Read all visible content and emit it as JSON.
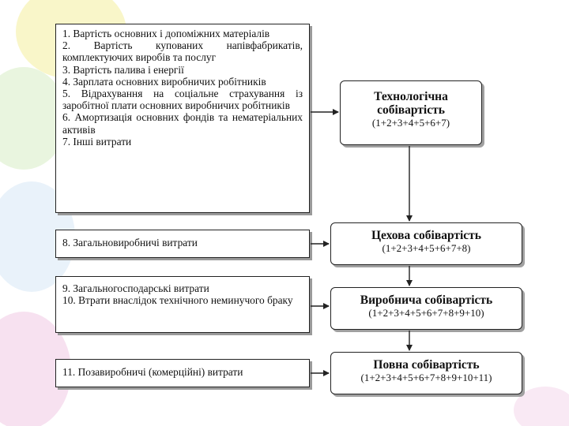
{
  "cost_items": {
    "group1": [
      "1. Вартість основних і допоміжних матеріалів",
      "2. Вартість купованих напівфабрикатів, комплектуючих виробів та послуг",
      "3. Вартість палива і енергії",
      "4. Зарплата основних виробничих робітників",
      "5. Відрахування на соціальне страхування із заробітної плати основних виробничих робітників",
      "6. Амортизація основних фондів та нематеріальних активів",
      "7. Інші витрати"
    ],
    "group2": [
      "8. Загальновиробничі витрати"
    ],
    "group3": [
      "9. Загальногосподарські витрати",
      "10. Втрати внаслідок технічного неминучого браку"
    ],
    "group4": [
      "11. Позавиробничі (комерційні) витрати"
    ]
  },
  "cost_types": [
    {
      "title": "Технологічна собівартість",
      "formula": "(1+2+3+4+5+6+7)"
    },
    {
      "title": "Цехова собівартість",
      "formula": "(1+2+3+4+5+6+7+8)"
    },
    {
      "title": "Виробнича собівартість",
      "formula": "(1+2+3+4+5+6+7+8+9+10)"
    },
    {
      "title": "Повна собівартість",
      "formula": "(1+2+3+4+5+6+7+8+9+10+11)"
    }
  ],
  "colors": {
    "line": "#222222",
    "shadow": "#9a9a9a",
    "balloon_yellow": "#f4ef9c",
    "balloon_green": "#cfe8b8",
    "balloon_blue": "#cfe3f3",
    "balloon_pink": "#f1c9e4"
  }
}
